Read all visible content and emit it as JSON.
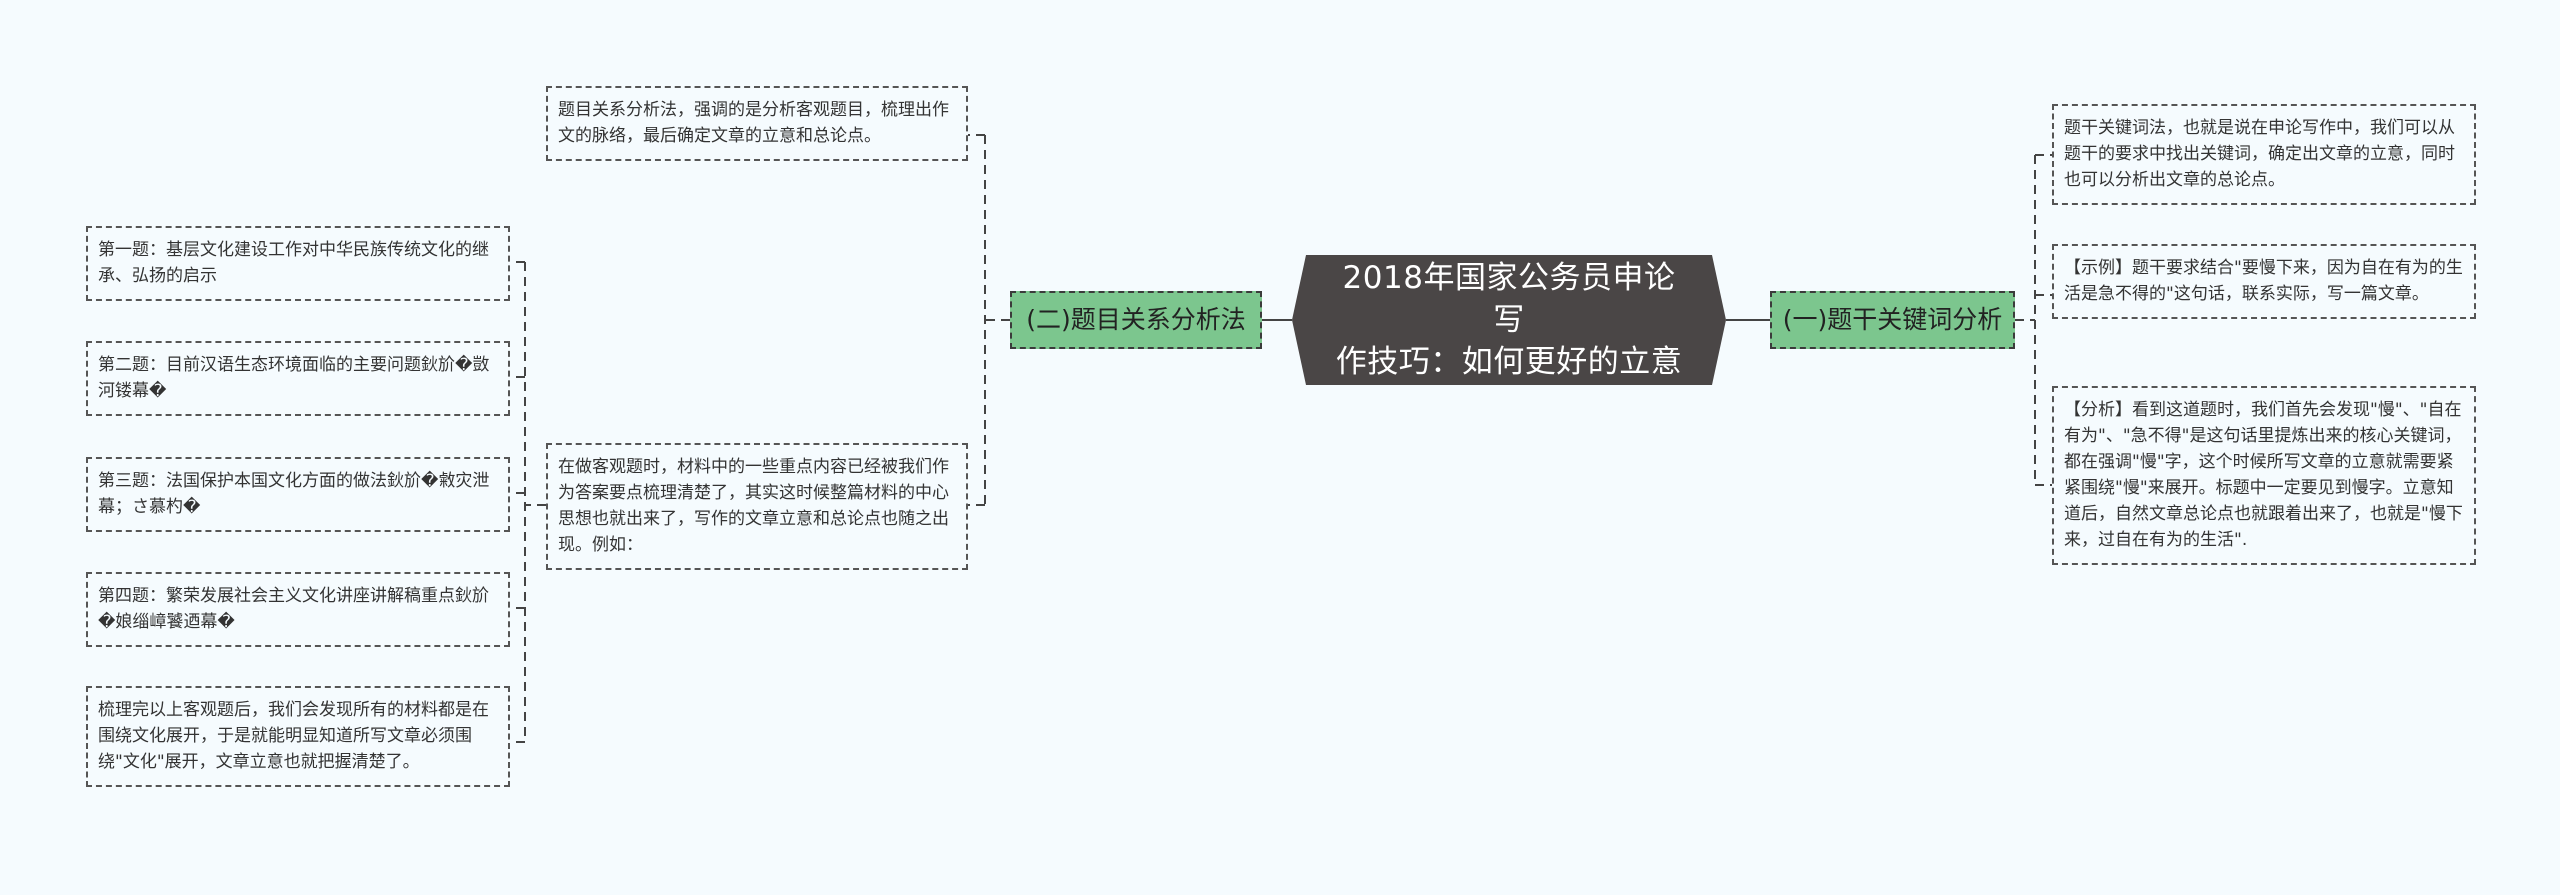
{
  "root": {
    "title": "2018年国家公务员申论写作技巧：如何更好的立意",
    "line1": "2018年国家公务员申论写",
    "line2": "作技巧：如何更好的立意",
    "color": "#4a4646"
  },
  "branches": {
    "left": {
      "label": "(二)题目关系分析法",
      "color": "#7cc68e",
      "children": [
        {
          "text": "题目关系分析法，强调的是分析客观题目，梳理出作文的脉络，最后确定文章的立意和总论点。"
        },
        {
          "text": "在做客观题时，材料中的一些重点内容已经被我们作为答案要点梳理清楚了，其实这时候整篇材料的中心思想也就出来了，写作的文章立意和总论点也随之出现。例如：",
          "children": [
            {
              "text": "第一题：基层文化建设工作对中华民族传统文化的继承、弘扬的启示"
            },
            {
              "text": "第二题：目前汉语生态环境面临的主要问题鈥斺�敳河镂幕�"
            },
            {
              "text": "第三题：法国保护本国文化方面的做法鈥斺�敹灾泄幕；さ慕杓�"
            },
            {
              "text": "第四题：繁荣发展社会主义文化讲座讲解稿重点鈥斺�娘缁嶂饕迺幕�"
            },
            {
              "text": "梳理完以上客观题后，我们会发现所有的材料都是在围绕文化展开，于是就能明显知道所写文章必须围绕\"文化\"展开，文章立意也就把握清楚了。"
            }
          ]
        }
      ]
    },
    "right": {
      "label": "(一)题干关键词分析",
      "color": "#7cc68e",
      "children": [
        {
          "text": "题干关键词法，也就是说在申论写作中，我们可以从题干的要求中找出关键词，确定出文章的立意，同时也可以分析出文章的总论点。"
        },
        {
          "text": "【示例】题干要求结合\"要慢下来，因为自在有为的生活是急不得的\"这句话，联系实际，写一篇文章。"
        },
        {
          "text": "【分析】看到这道题时，我们首先会发现\"慢\"、\"自在有为\"、\"急不得\"是这句话里提炼出来的核心关键词，都在强调\"慢\"字，这个时候所写文章的立意就需要紧紧围绕\"慢\"来展开。标题中一定要见到慢字。立意知道后，自然文章总论点也就跟着出来了，也就是\"慢下来，过自在有为的生活\"."
        }
      ]
    }
  }
}
